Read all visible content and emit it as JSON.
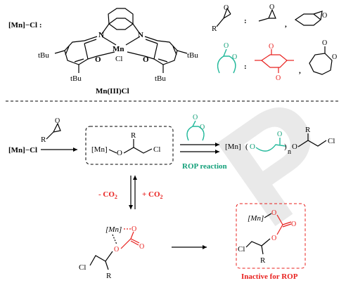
{
  "top": {
    "catalyst_label": "[Mn]−Cl :",
    "catalyst_name": "Mn(III)Cl",
    "salen_labels": {
      "N1": "N",
      "N2": "N",
      "Mn": "Mn",
      "Cl": "Cl",
      "O1": "O",
      "O2": "O",
      "tBu": "tBu"
    },
    "epoxide_R": "R",
    "colon": ":",
    "comma": ","
  },
  "bottom": {
    "start_label": "[Mn]−Cl",
    "epoxide_R": "R",
    "intermediate": {
      "mn": "[Mn]",
      "o": "O",
      "r": "R",
      "cl": "Cl"
    },
    "polymer": {
      "mn": "[Mn]",
      "o": "O",
      "n": "n",
      "r": "R",
      "cl": "Cl"
    },
    "rop_label": "ROP reaction",
    "minus_co2": "- CO",
    "plus_co2": "+ CO",
    "co2_sub": "2",
    "carbonate": {
      "mn": "[Mn]",
      "o": "O",
      "r": "R",
      "cl": "Cl"
    },
    "inactive_label": "Inactive for ROP",
    "watermark": "P"
  },
  "colors": {
    "red": "#e8201e",
    "green": "#21b89a",
    "black": "#000000"
  }
}
